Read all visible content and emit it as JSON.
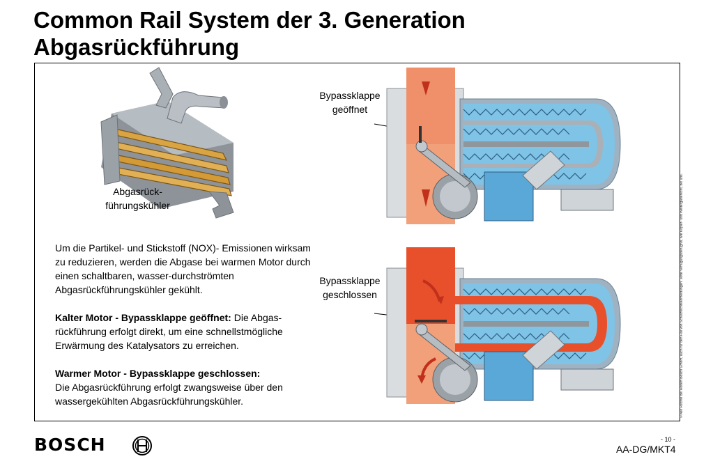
{
  "slide": {
    "title_line1": "Common Rail System der 3. Generation",
    "title_line2": "Abgasrückführung"
  },
  "cooler": {
    "label": "Abgasrück-\nführungskühler"
  },
  "callouts": {
    "top": "Bypassklappe\ngeöffnet",
    "bottom": "Bypassklappe\ngeschlossen"
  },
  "body": {
    "intro": "Um die Partikel- und Stickstoff (NOX)- Emissionen wirksam zu reduzieren, werden die Abgase bei warmen Motor durch einen schaltbaren, wasser-durchströmten Abgasrückführungskühler gekühlt.",
    "cold_heading": "Kalter Motor - Bypassklappe geöffnet:",
    "cold_text": " Die Abgas-rückführung erfolgt direkt, um eine schnellstmögliche Erwärmung des Katalysators zu erreichen.",
    "warm_heading": "Warmer Motor - Bypassklappe geschlossen:",
    "warm_text": "Die Abgasrückführung erfolgt zwangsweise über den wassergekühlten Abgasrückführungskühler."
  },
  "copyright": "© Alle Rechte bei Robert Bosch GmbH, auch für den Fall von Schutzrechtsanmeldungen. Jede Verfügungsbefugnis, wie Kopier- und Weitergaberecht, bei uns.",
  "footer": {
    "brand": "BOSCH",
    "page_number": "- 10 -",
    "department": "AA-DG/MKT4"
  },
  "colors": {
    "exhaust_hot": "#e8502c",
    "exhaust_warm": "#f2a07a",
    "coolant": "#7fc3e6",
    "housing": "#d9dde0",
    "cooler_gold": "#d9a441"
  }
}
